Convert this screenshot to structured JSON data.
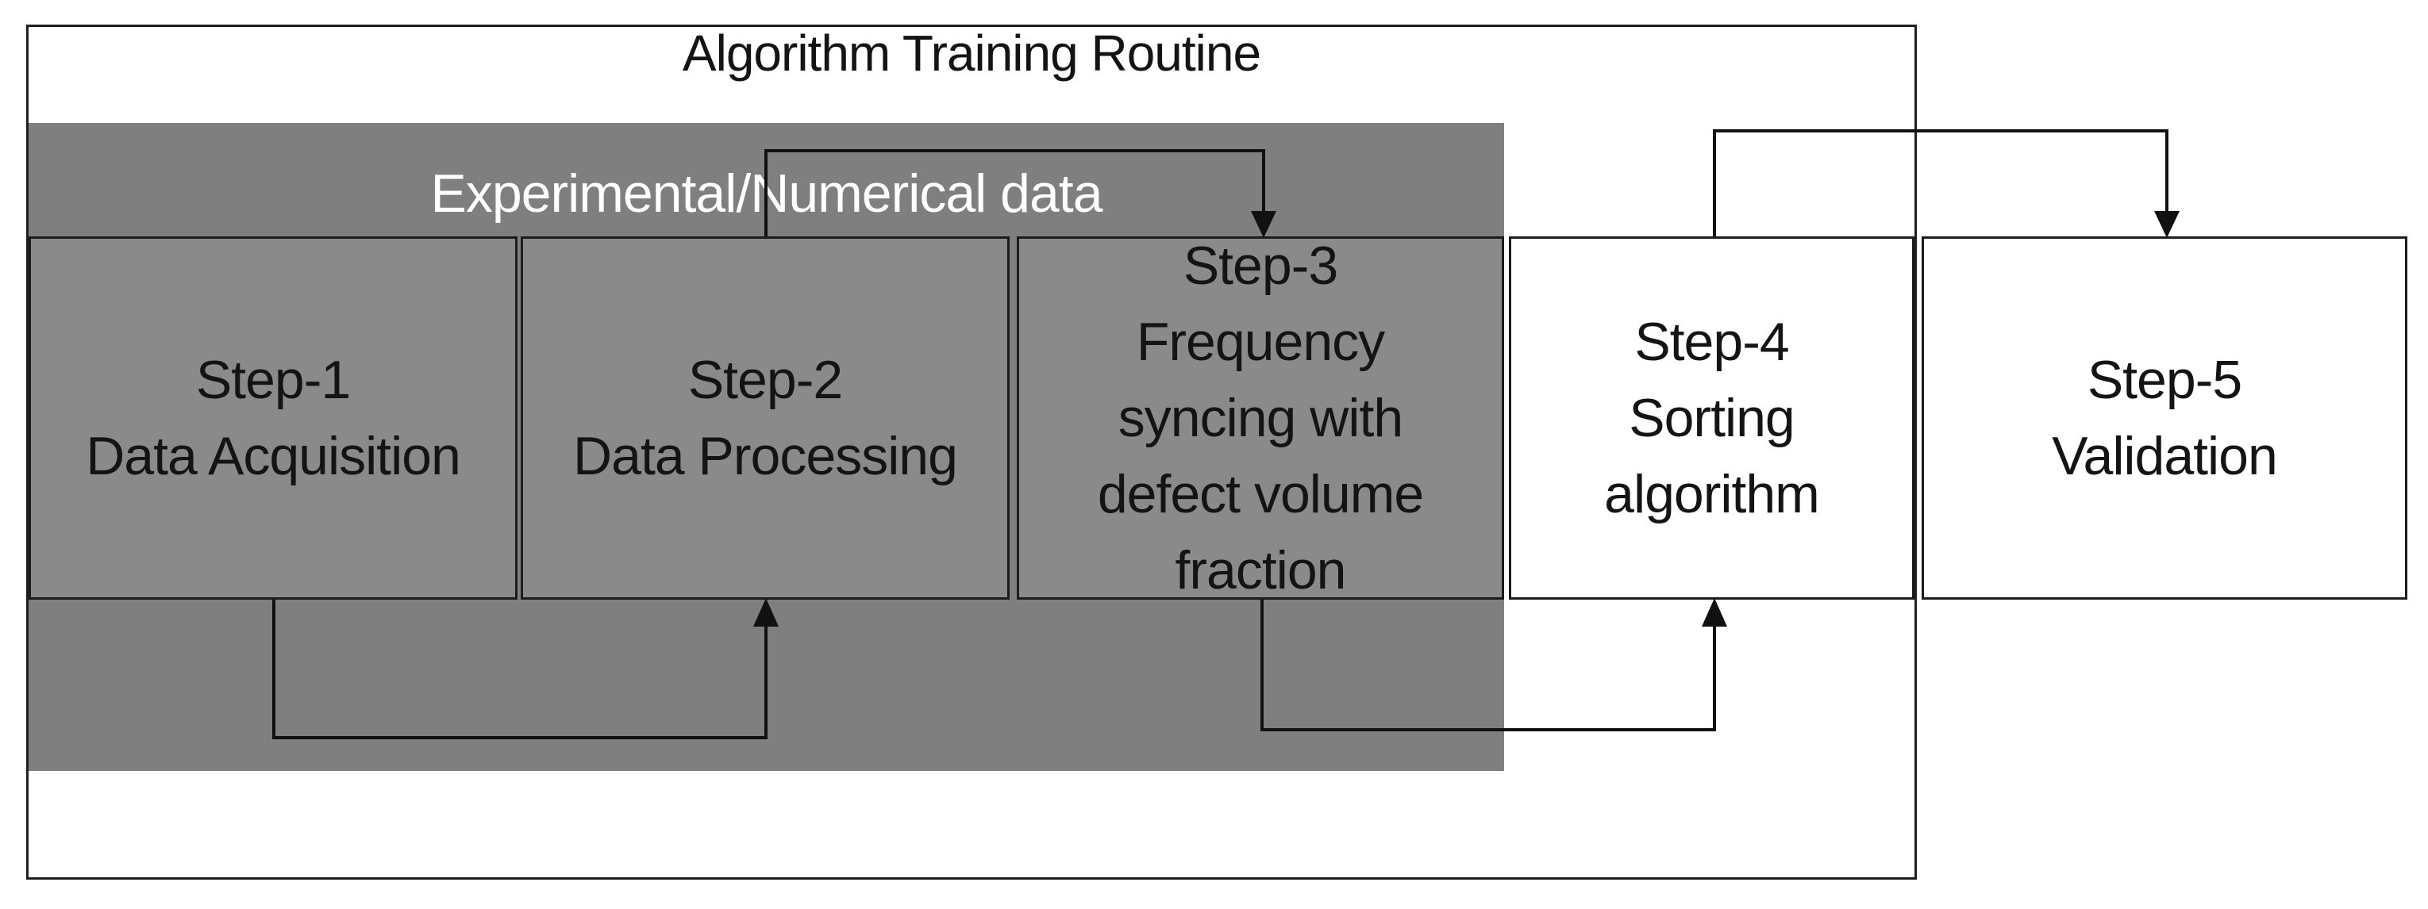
{
  "diagram": {
    "title": "Algorithm Training Routine",
    "data_group_label": "Experimental/Numerical data",
    "steps": [
      {
        "id": "step-1",
        "lines": [
          "Step-1",
          "Data Acquisition"
        ]
      },
      {
        "id": "step-2",
        "lines": [
          "Step-2",
          "Data Processing"
        ]
      },
      {
        "id": "step-3",
        "lines": [
          "Step-3",
          "Frequency",
          "syncing with",
          "defect volume",
          "fraction"
        ]
      },
      {
        "id": "step-4",
        "lines": [
          "Step-4",
          "Sorting",
          "algorithm"
        ]
      },
      {
        "id": "step-5",
        "lines": [
          "Step-5",
          "Validation"
        ]
      }
    ],
    "connections": [
      {
        "from": "step-1",
        "to": "step-2",
        "route": "bottom"
      },
      {
        "from": "step-2",
        "to": "step-3",
        "route": "top"
      },
      {
        "from": "step-3",
        "to": "step-4",
        "route": "bottom"
      },
      {
        "from": "step-4",
        "to": "step-5",
        "route": "top"
      }
    ],
    "colors": {
      "background": "#ffffff",
      "group_gray": "#7f7f7f",
      "step_gray": "#8a8a8a",
      "step_white": "#ffffff",
      "border": "#1c1c1c",
      "arrow": "#111111",
      "title_text": "#141414",
      "group_label_text": "#ffffff",
      "step_text": "#141414"
    }
  }
}
